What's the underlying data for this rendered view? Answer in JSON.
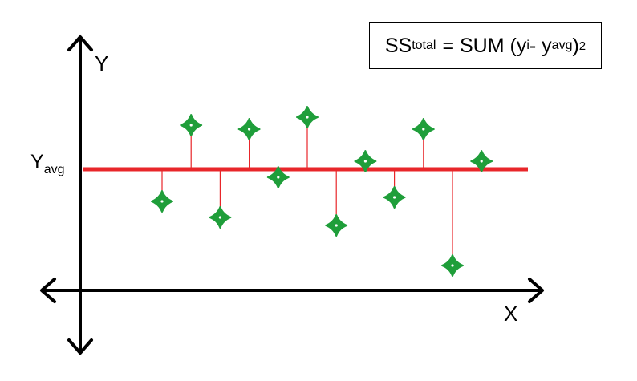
{
  "axes": {
    "y_label": "Y",
    "x_label": "X"
  },
  "mean_line": {
    "label_main": "Y",
    "label_sub": "avg",
    "color": "#e8262a"
  },
  "formula": {
    "ss": "SS",
    "ss_sub": "total",
    "equals_sum": "= SUM (y",
    "yi_sub": "i",
    "minus": " - y",
    "avg_sub": "avg",
    "close": ")",
    "power": "2"
  },
  "colors": {
    "point": "#1f9e3a",
    "residual": "#e8262a",
    "axis": "#000000"
  },
  "points": [
    {
      "x": 1,
      "deviation": -0.8
    },
    {
      "x": 2,
      "deviation": 1.1
    },
    {
      "x": 3,
      "deviation": -1.2
    },
    {
      "x": 4,
      "deviation": 1.0
    },
    {
      "x": 5,
      "deviation": -0.2
    },
    {
      "x": 6,
      "deviation": 1.3
    },
    {
      "x": 7,
      "deviation": -1.4
    },
    {
      "x": 8,
      "deviation": 0.2
    },
    {
      "x": 9,
      "deviation": -0.7
    },
    {
      "x": 10,
      "deviation": 1.0
    },
    {
      "x": 11,
      "deviation": -2.4
    },
    {
      "x": 12,
      "deviation": 0.2
    }
  ]
}
